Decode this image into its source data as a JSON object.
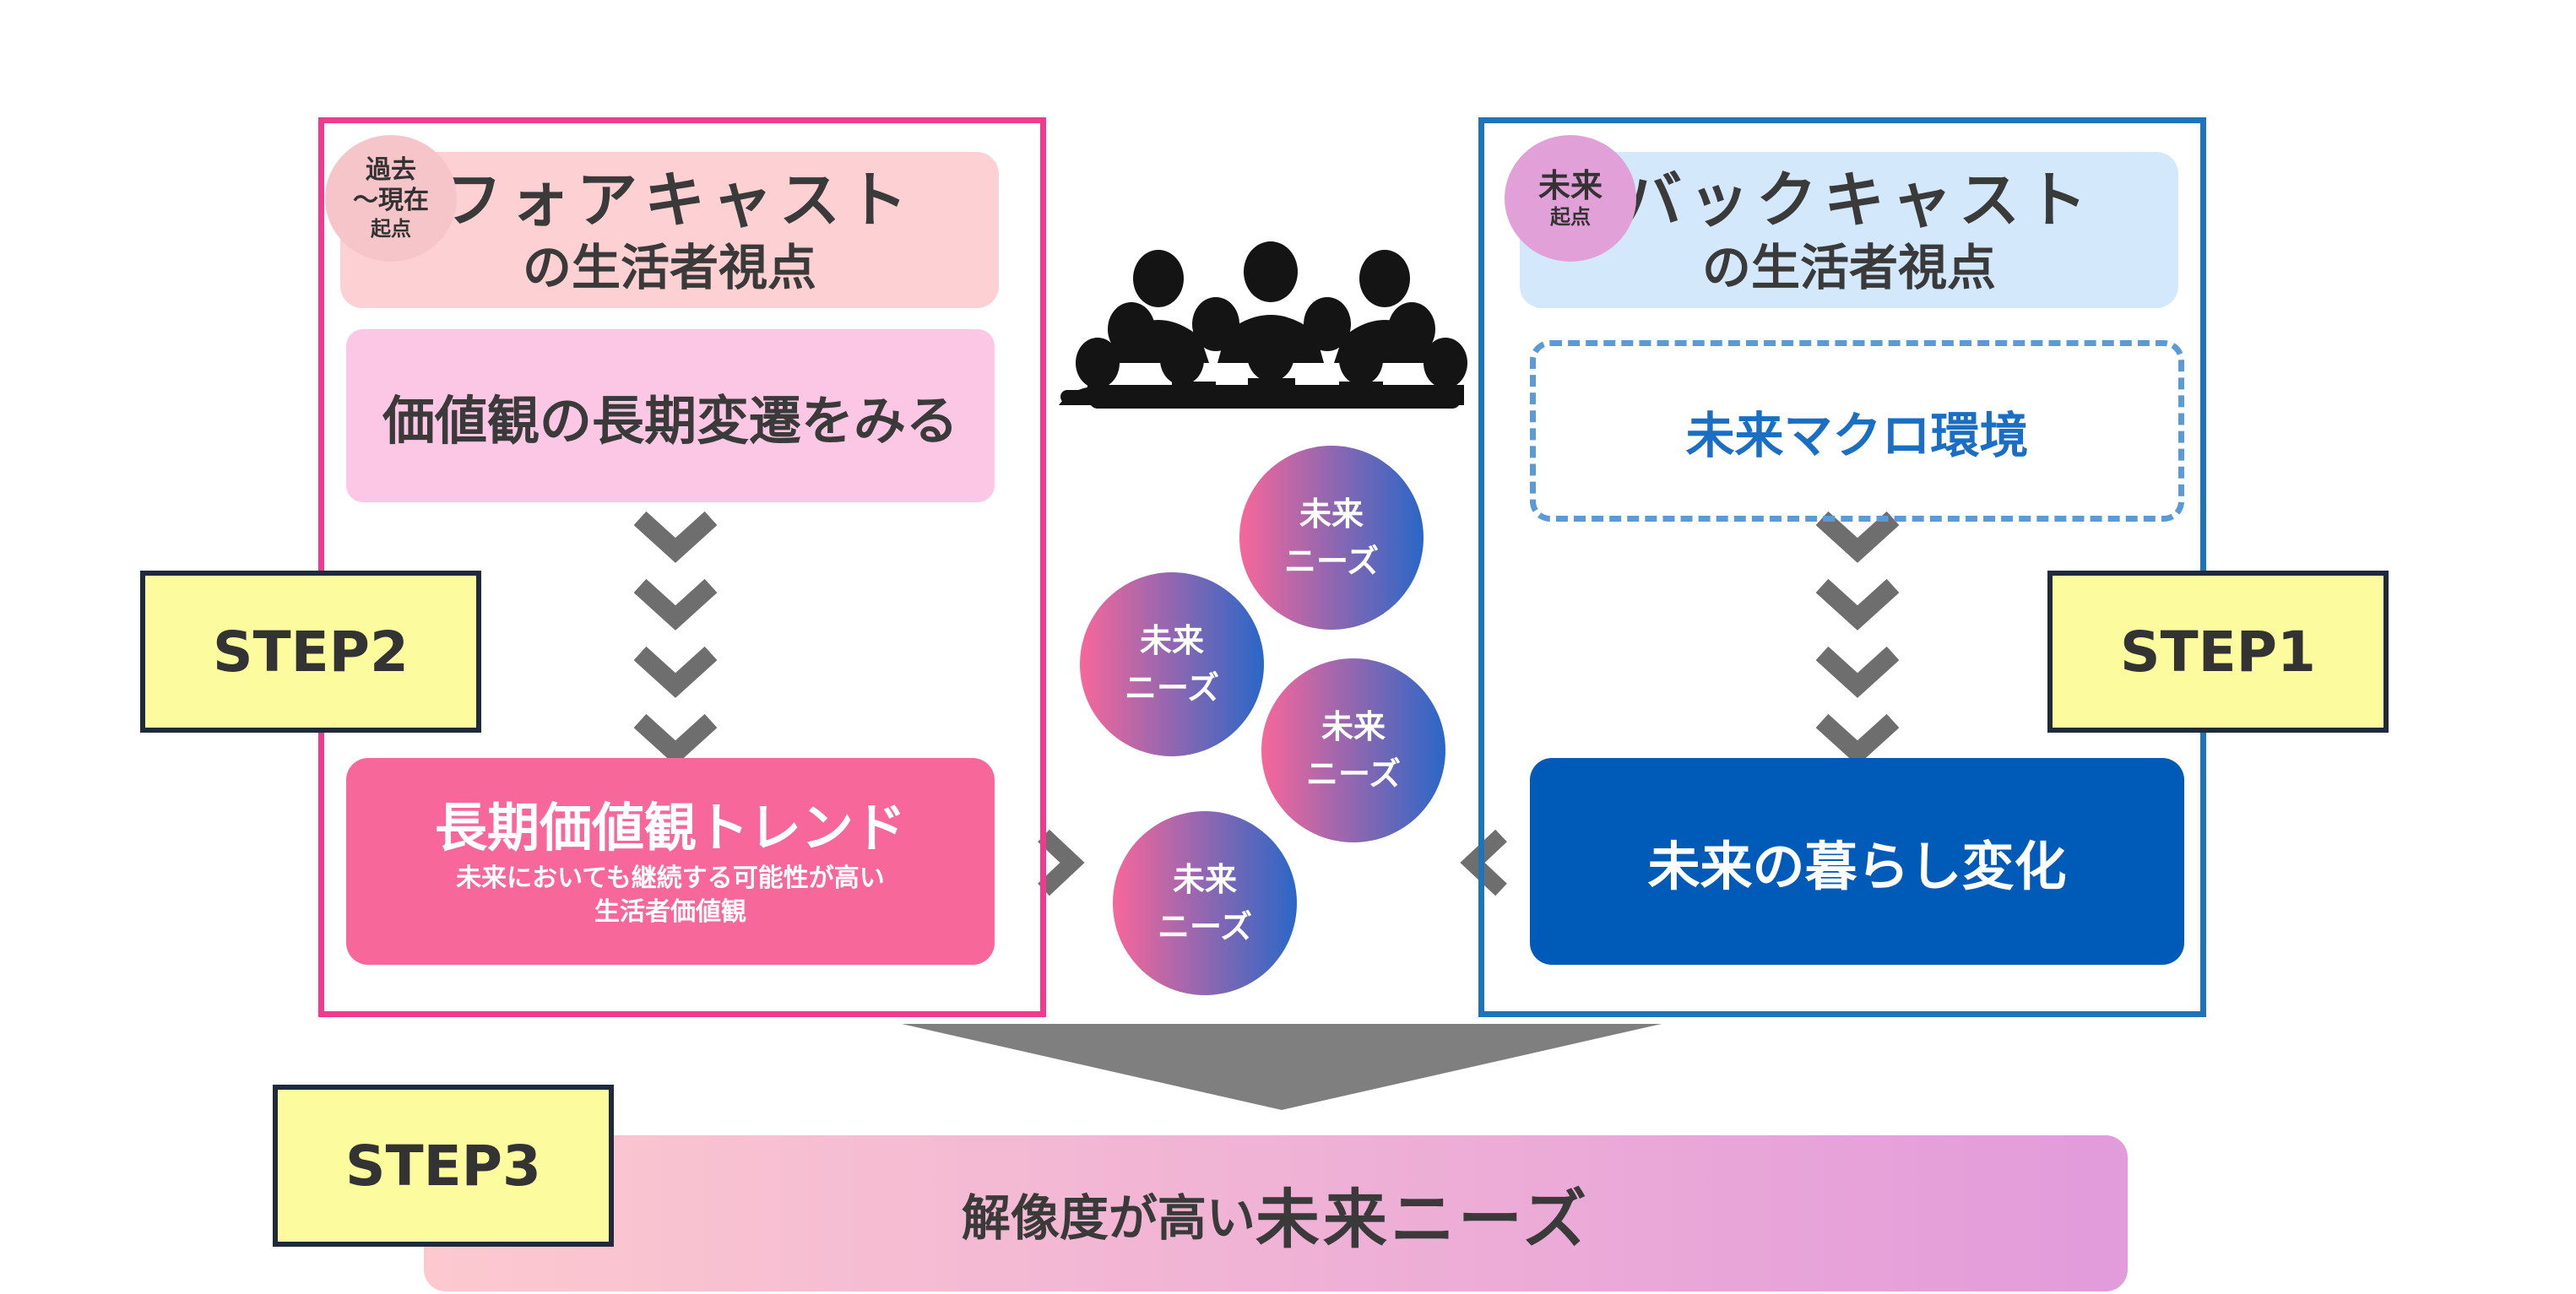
{
  "forecast": {
    "bubble_line1": "過去",
    "bubble_line2": "〜現在",
    "bubble_line3": "起点",
    "title_line1": "フォアキャスト",
    "title_line2": "の生活者視点",
    "values_box": "価値観の長期変遷をみる",
    "trend_main": "長期価値観トレンド",
    "trend_sub1": "未来においても継続する可能性が高い",
    "trend_sub2": "生活者価値観"
  },
  "backcast": {
    "bubble_line1": "未来",
    "bubble_line2": "起点",
    "title_line1": "バックキャスト",
    "title_line2": "の生活者視点",
    "macro_box": "未来マクロ環境",
    "life_box": "未来の暮らし変化"
  },
  "steps": {
    "step1": "STEP1",
    "step2": "STEP2",
    "step3": "STEP3"
  },
  "needs": {
    "line1": "未来",
    "line2": "ニーズ"
  },
  "result": {
    "prefix": "解像度が高い",
    "emphasis": "未来ニーズ"
  },
  "colors": {
    "forecast_accent": "#ee3a8f",
    "backcast_accent": "#1f73b8",
    "step_fill": "#fcfc9e",
    "trend_fill": "#f7679a",
    "life_fill": "#005bb8",
    "chevron": "#707070"
  },
  "icons": [
    "crowd-icon",
    "chevron-down-icon",
    "chevron-right-icon",
    "chevron-left-icon",
    "funnel-arrow-icon"
  ]
}
